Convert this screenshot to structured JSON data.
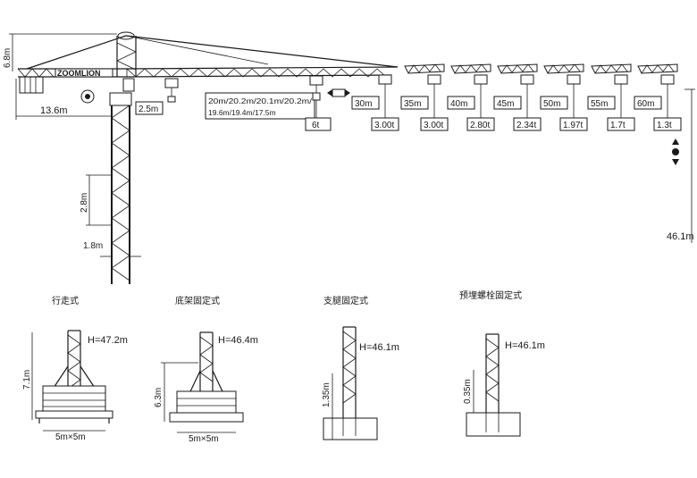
{
  "crane": {
    "brand": "ZOOMLION",
    "head_height": "6.8m",
    "counter_jib": "13.6m",
    "mast_section": "2.8m",
    "mast_width": "1.8m",
    "min_radius": "2.5m",
    "radius_heights": "20m/20.2m/20.1m/20.2m/19.6m/19.4m/17.5m",
    "cat_label": "6t",
    "free_height": "46.1m",
    "radii": [
      {
        "radius": "30m",
        "load": "3.00t"
      },
      {
        "radius": "35m",
        "load": "3.00t"
      },
      {
        "radius": "40m",
        "load": "2.80t"
      },
      {
        "radius": "45m",
        "load": "2.34t"
      },
      {
        "radius": "50m",
        "load": "1.97t"
      },
      {
        "radius": "55m",
        "load": "1.7t"
      },
      {
        "radius": "60m",
        "load": "1.3t"
      }
    ]
  },
  "foundations": [
    {
      "title": "行走式",
      "height": "H=47.2m",
      "side": "7.1m",
      "base": "5m×5m"
    },
    {
      "title": "底架固定式",
      "height": "H=46.4m",
      "side": "6.3m",
      "base": "5m×5m"
    },
    {
      "title": "支腿固定式",
      "height": "H=46.1m",
      "side": "1.35m"
    },
    {
      "title": "预埋螺栓固定式",
      "height": "H=46.1m",
      "side": "0.35m"
    }
  ]
}
